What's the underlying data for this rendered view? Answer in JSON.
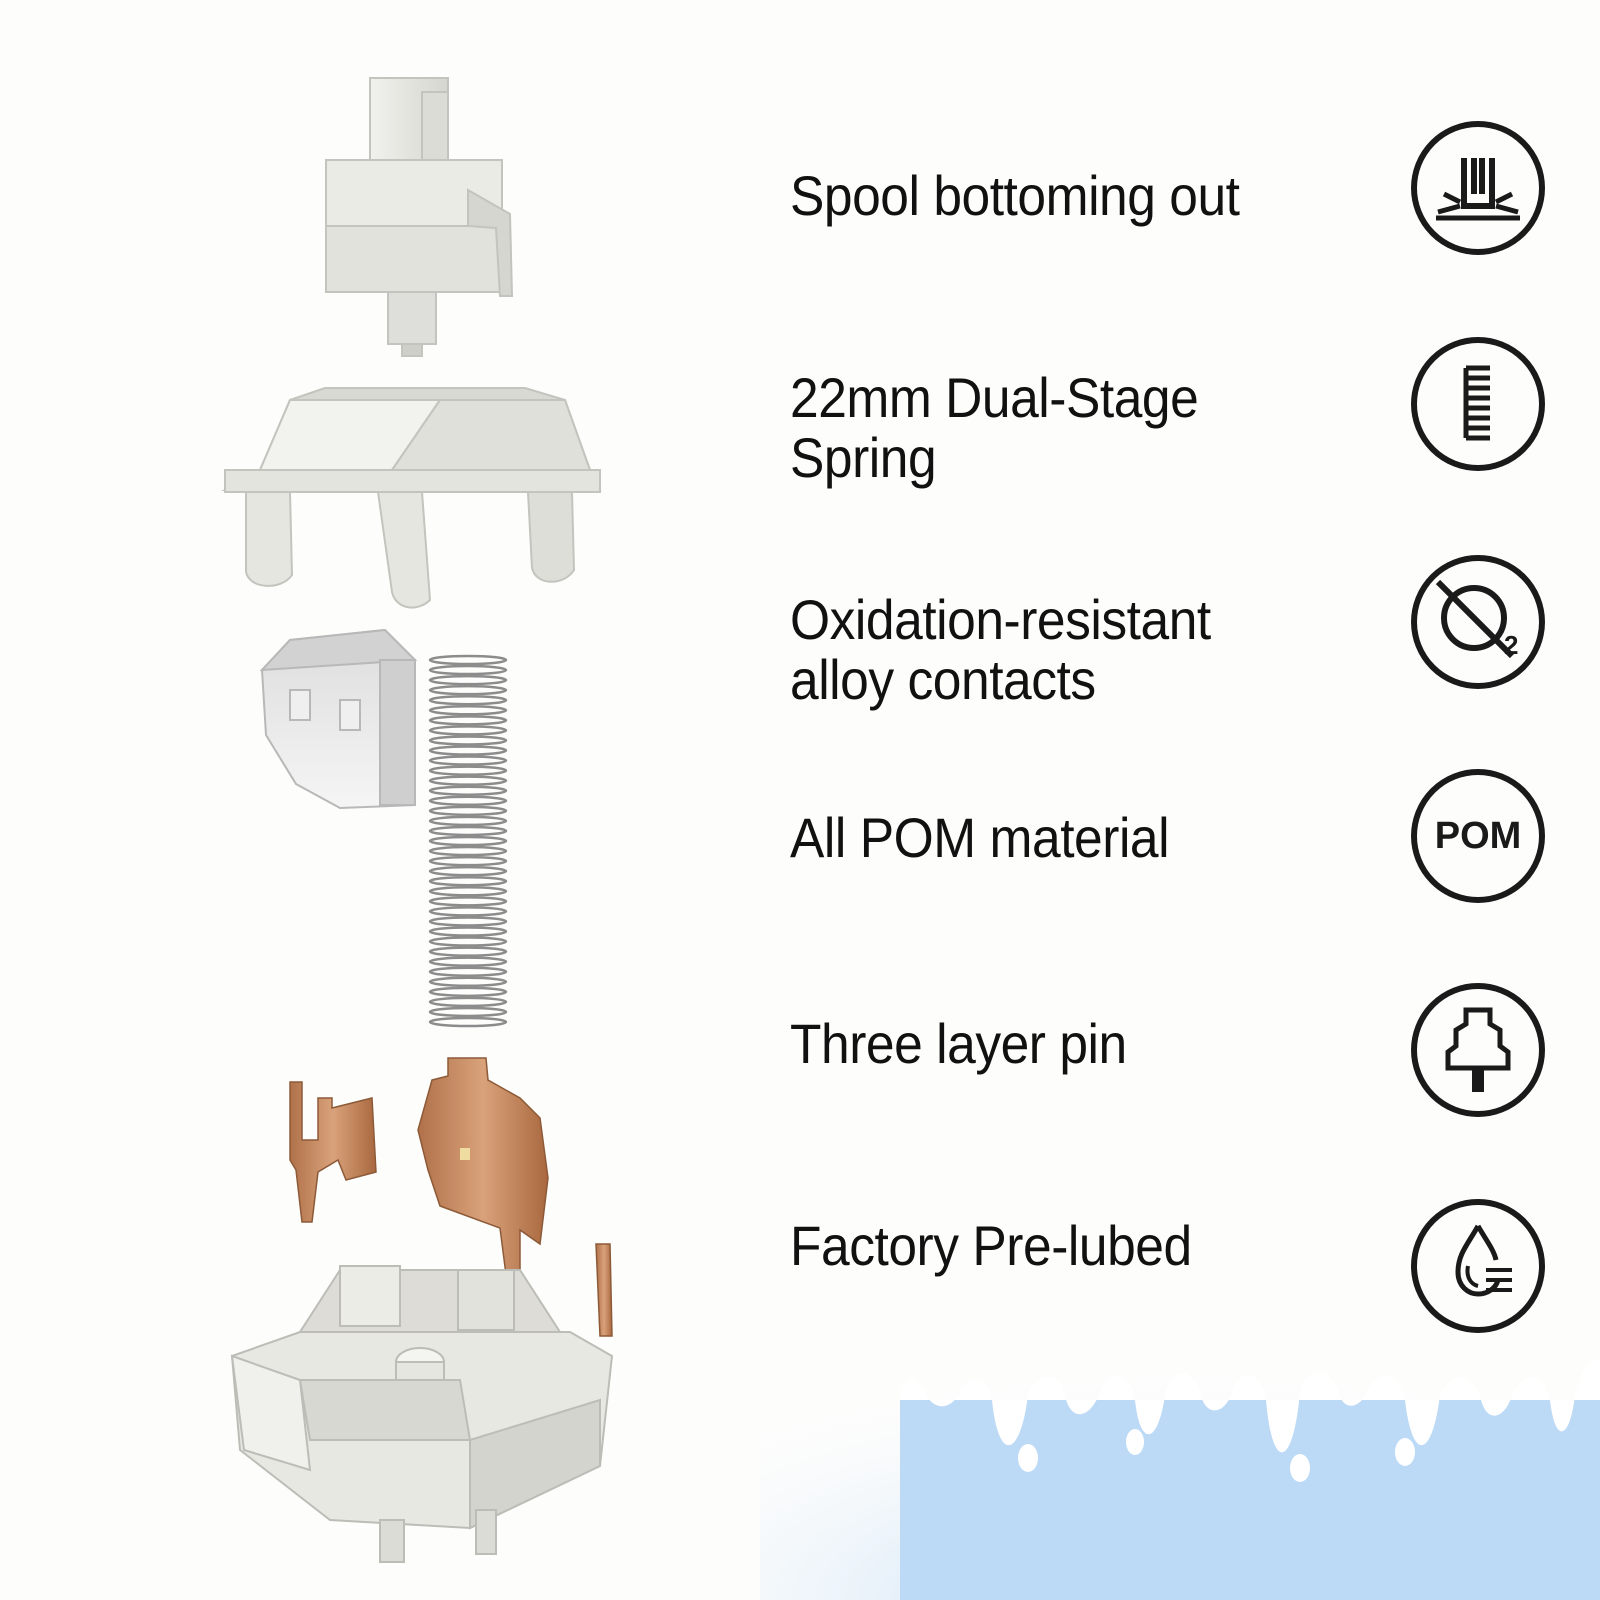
{
  "features": [
    {
      "label": "Spool bottoming out",
      "icon": "spool-bottoming-icon"
    },
    {
      "label": "22mm Dual-Stage Spring",
      "icon": "spring-icon"
    },
    {
      "label": "Oxidation-resistant alloy contacts",
      "icon": "no-oxygen-icon"
    },
    {
      "label": "All POM material",
      "icon": "pom-icon"
    },
    {
      "label": "Three layer pin",
      "icon": "pin-icon"
    },
    {
      "label": "Factory Pre-lubed",
      "icon": "lube-drop-icon"
    }
  ],
  "pom_badge_text": "POM",
  "o2_subscript": "2",
  "colors": {
    "housing": "#e7e7e2",
    "housing_shadow": "#c9c9c3",
    "copper": "#c88a5e",
    "milk_blue": "#bcd9f6",
    "icon_stroke": "#1a1a1a"
  }
}
